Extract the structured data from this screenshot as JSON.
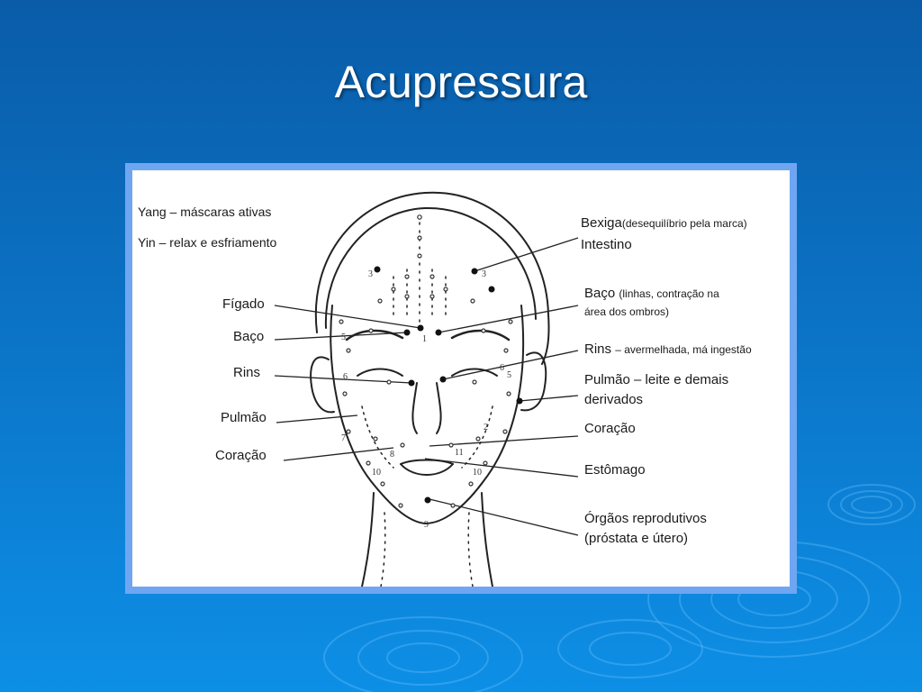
{
  "slide": {
    "title": "Acupressura"
  },
  "legend": {
    "yang": "Yang – máscaras ativas",
    "yin": "Yin – relax e esfriamento"
  },
  "left_labels": {
    "figado": "Fígado",
    "baco": "Baço",
    "rins": "Rins",
    "pulmao": "Pulmão",
    "coracao": "Coração"
  },
  "right_labels": {
    "bexiga": "Bexiga",
    "bexiga_note": "(desequilíbrio pela marca)",
    "intestino": "Intestino",
    "baco": "Baço",
    "baco_note_1": "(linhas, contração na",
    "baco_note_2": "área dos ombros)",
    "rins": "Rins",
    "rins_note": "– avermelhada, má ingestão",
    "pulmao_1": "Pulmão – leite e demais",
    "pulmao_2": "derivados",
    "coracao": "Coração",
    "estomago": "Estômago",
    "orgaos_1": "Órgãos reprodutivos",
    "orgaos_2": "(próstata e útero)"
  },
  "point_numbers": {
    "n1": "1",
    "n2": "2",
    "n3a": "3",
    "n3b": "3",
    "n5a": "5",
    "n5b": "5",
    "n6a": "6",
    "n6b": "6",
    "n7": "7",
    "n8": "8",
    "n9": "9",
    "n10a": "10",
    "n10b": "10",
    "n11": "11"
  },
  "colors": {
    "background_top": "#0a5ca8",
    "background_bottom": "#0d8fe6",
    "frame": "#6fa6f2",
    "ink": "#1a1a1a"
  }
}
